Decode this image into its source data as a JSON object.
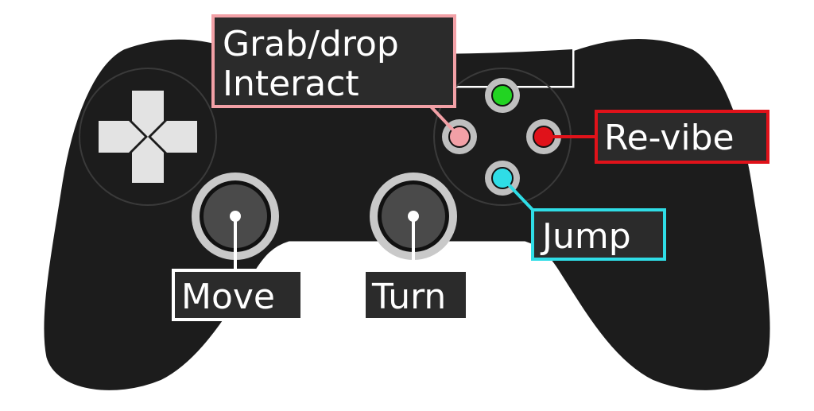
{
  "labels": {
    "grab": {
      "line1": "Grab/drop",
      "line2": "Interact"
    },
    "revibe": "Re-vibe",
    "jump": "Jump",
    "move": "Move",
    "turn": "Turn"
  },
  "colors": {
    "background": "#ffffff",
    "controller_body": "#1c1c1c",
    "controller_outline": "#ffffff",
    "dpad": "#e3e3e3",
    "stick_ring": "#c9c9c9",
    "stick_cap": "#4a4a4a",
    "label_box": "#2b2b2b",
    "label_border_default": "#ffffff",
    "grab_accent": "#f2a0a6",
    "revibe_accent": "#e0121a",
    "jump_accent": "#2fdde6",
    "top_button": "#22d422",
    "face_button_ring": "#bfbfbf"
  },
  "icons": [
    "dpad-icon",
    "left-stick-icon",
    "right-stick-icon",
    "face-button-top-icon",
    "face-button-left-icon",
    "face-button-right-icon",
    "face-button-bottom-icon"
  ]
}
